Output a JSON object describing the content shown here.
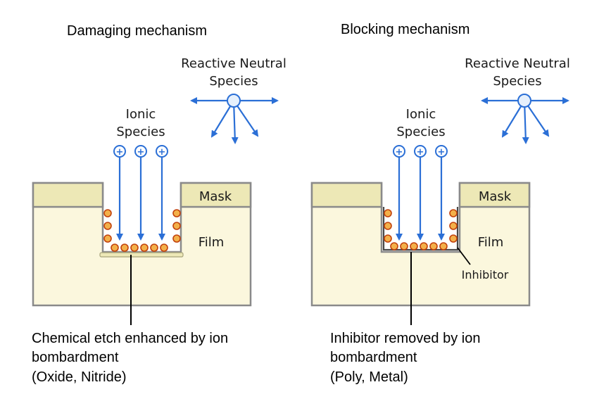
{
  "colors": {
    "film_fill": "#fbf7dd",
    "mask_fill": "#ede8b6",
    "outline": "#8a8a8a",
    "arrow": "#2b6fd6",
    "inhibitor_fill": "#f3b04a",
    "inhibitor_stroke": "#c2410c"
  },
  "panels": [
    {
      "title": "Damaging mechanism",
      "neutral_label_line1": "Reactive Neutral",
      "neutral_label_line2": "Species",
      "ionic_label_line1": "Ionic",
      "ionic_label_line2": "Species",
      "mask_label": "Mask",
      "film_label": "Film",
      "inhibitor_label": "",
      "caption_line1": "Chemical etch enhanced by  ion",
      "caption_line2": "bombardment",
      "caption_line3": "(Oxide, Nitride)",
      "ion_symbols": [
        "+",
        "+",
        "+"
      ]
    },
    {
      "title": "Blocking mechanism",
      "neutral_label_line1": "Reactive Neutral",
      "neutral_label_line2": "Species",
      "ionic_label_line1": "Ionic",
      "ionic_label_line2": "Species",
      "mask_label": "Mask",
      "film_label": "Film",
      "inhibitor_label": "Inhibitor",
      "caption_line1": "Inhibitor removed by  ion",
      "caption_line2": "bombardment",
      "caption_line3": "(Poly, Metal)",
      "ion_symbols": [
        "+",
        "+",
        "+"
      ]
    }
  ]
}
